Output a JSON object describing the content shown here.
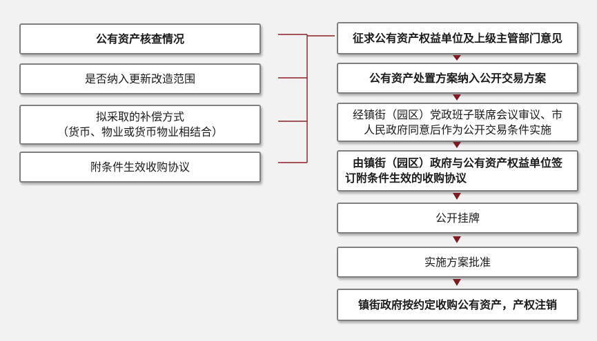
{
  "left_items": [
    {
      "text": "公有资产核查情况",
      "bold": true
    },
    {
      "text": "是否纳入更新改造范围",
      "bold": false
    },
    {
      "lines": [
        "拟采取的补偿方式",
        "（货币、物业或货币物业相结合）"
      ],
      "bold": false
    },
    {
      "text": "附条件生效收购协议",
      "bold": false
    }
  ],
  "right_steps": [
    {
      "text": "征求公有资产权益单位及上级主管部门意见",
      "bold": true
    },
    {
      "text": "公有资产处置方案纳入公开交易方案",
      "bold": true
    },
    {
      "lines": [
        "经镇街（园区）党政班子联席会议审议、市",
        "人民政府同意后作为公开交易条件实施"
      ],
      "bold": false
    },
    {
      "lines": [
        "由镇街（园区）政府与公有资产权益单位签",
        "订附条件生效的收购协议"
      ],
      "bold": true
    },
    {
      "text": "公开挂牌",
      "bold": false
    },
    {
      "text": "实施方案批准",
      "bold": false
    },
    {
      "text": "镇街政府按约定收购公有资产，产权注销",
      "bold": true
    }
  ],
  "colors": {
    "accent": "#8b1d24",
    "border": "#7f7f7f",
    "background": "#f2f2f2"
  }
}
